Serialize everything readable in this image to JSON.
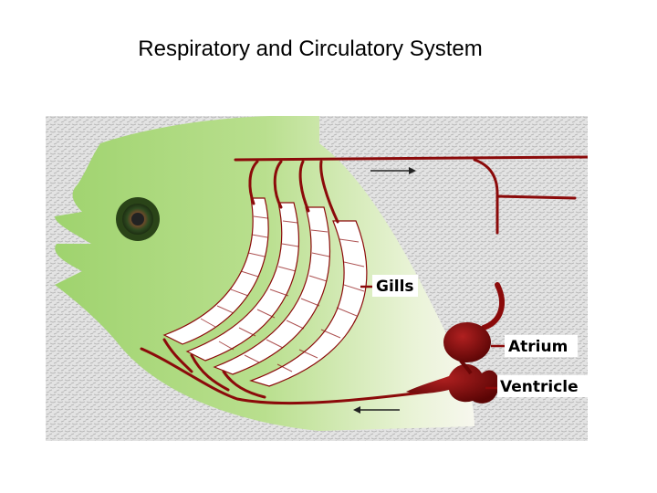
{
  "title": "Respiratory and Circulatory System",
  "labels": {
    "gills": "Gills",
    "atrium": "Atrium",
    "ventricle": "Ventricle"
  },
  "colors": {
    "vessel": "#8b0a0a",
    "fish_body": "#a7d67a",
    "gill_fill": "#ffffff",
    "background_speckle": "#cfcfcf"
  }
}
